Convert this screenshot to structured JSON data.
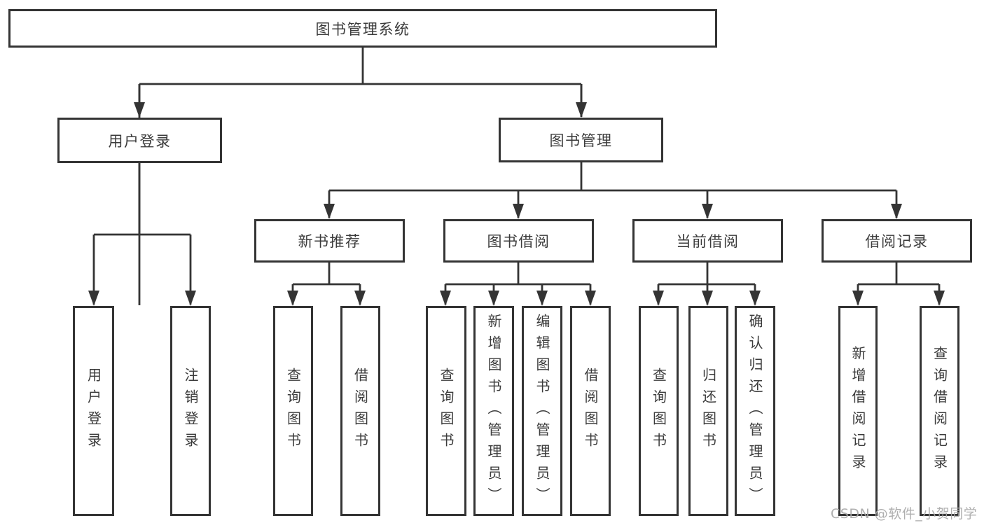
{
  "diagram": {
    "root": "图书管理系统",
    "level2": {
      "user_login": "用户登录",
      "book_management": "图书管理"
    },
    "level3": {
      "new_book_recommend": "新书推荐",
      "book_borrow": "图书借阅",
      "current_borrow": "当前借阅",
      "borrow_records": "借阅记录"
    },
    "leaves": {
      "user_login": [
        "用户登录",
        "注销登录"
      ],
      "new_book_recommend": [
        "查询图书",
        "借阅图书"
      ],
      "book_borrow": [
        "查询图书",
        "新增图书（管理员）",
        "编辑图书（管理员）",
        "借阅图书"
      ],
      "current_borrow": [
        "查询图书",
        "归还图书",
        "确认归还（管理员）"
      ],
      "borrow_records": [
        "新增借阅记录",
        "查询借阅记录"
      ]
    }
  },
  "watermark": "CSDN @软件_小贺同学",
  "colors": {
    "line": "#343434",
    "border": "#343434",
    "text": "#3b3b3b",
    "watermark": "#a8a8a8",
    "background": "#ffffff"
  }
}
